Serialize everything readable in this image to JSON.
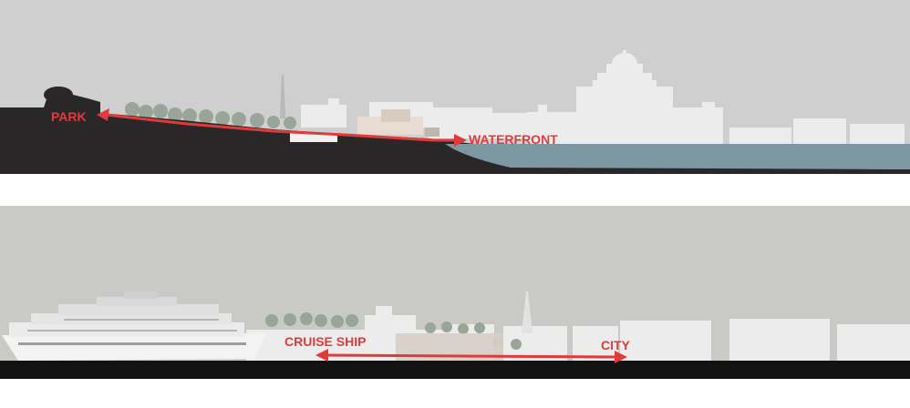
{
  "top_section": {
    "labels": {
      "left": "PARK",
      "right": "WATERFRONT"
    }
  },
  "bottom_section": {
    "labels": {
      "left": "CRUISE SHIP",
      "right": "CITY"
    }
  },
  "colors": {
    "sky_top": "#cfcfcf",
    "sky_bottom": "#c9cac6",
    "ground": "#2a2728",
    "water": "#7d97a3",
    "silhouette": "#ececec",
    "trees": "#9aa59a",
    "accent_red": "#e03a3a"
  }
}
